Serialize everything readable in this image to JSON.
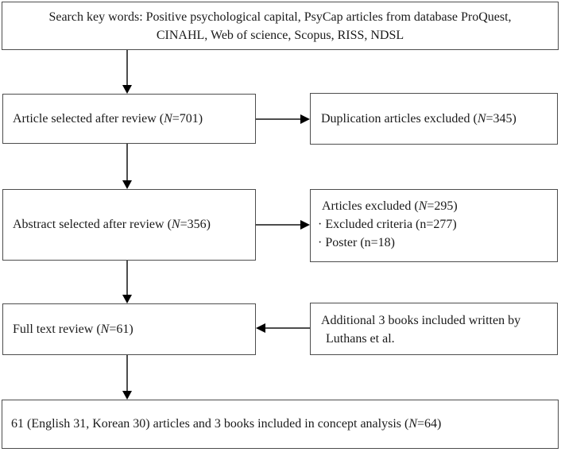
{
  "colors": {
    "box_border": "#4d4d4d",
    "arrow_stem": "#4d4d4d",
    "arrow_head": "#000000",
    "text": "#1a1a1a",
    "background": "#ffffff"
  },
  "boxes": {
    "search": {
      "line1": "Search key words: Positive psychological capital, PsyCap articles from database ProQuest,",
      "line2": "CINAHL, Web of science, Scopus, RISS, NDSL"
    },
    "article_selected": {
      "pre": "Article selected after review (",
      "n": "N",
      "post": "=701)"
    },
    "duplication_excluded": {
      "pre": "Duplication articles excluded (",
      "n": "N",
      "post": "=345)"
    },
    "abstract_selected": {
      "pre": "Abstract selected after review (",
      "n": "N",
      "post": "=356)"
    },
    "articles_excluded": {
      "line1_pre": "Articles excluded (",
      "line1_n": "N",
      "line1_post": "=295)",
      "line2": "· Excluded criteria (n=277)",
      "line3": "· Poster (n=18)"
    },
    "full_text_review": {
      "pre": "Full text review (",
      "n": "N",
      "post": "=61)"
    },
    "additional_books": {
      "line1": "Additional 3 books included written by",
      "line2": "Luthans et al."
    },
    "final": {
      "pre": "61 (English 31, Korean 30) articles and 3 books included in concept analysis (",
      "n": "N",
      "post": "=64)"
    }
  }
}
